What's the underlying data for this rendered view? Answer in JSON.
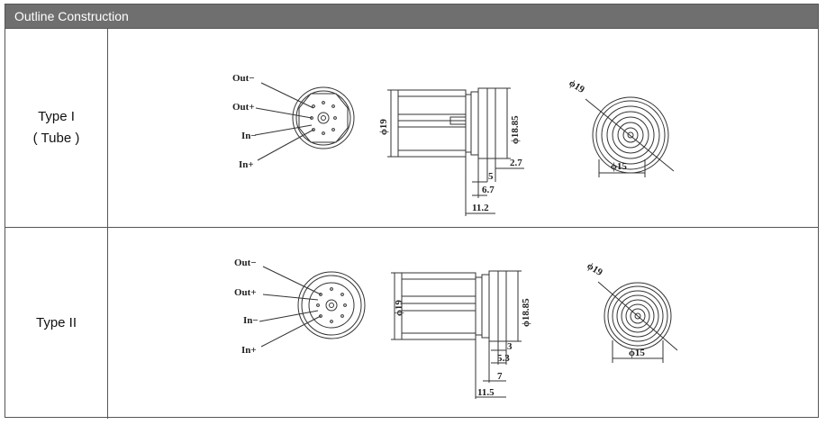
{
  "header": {
    "title": "Outline Construction"
  },
  "rows": [
    {
      "type_label": "Type I",
      "sub_label": "( Tube )",
      "pins": [
        "Out−",
        "Out+",
        "In−",
        "In+"
      ],
      "dims": {
        "body_dia": "ϕ19",
        "flange_dia": "ϕ18.85",
        "d1": "2.7",
        "d2": "5",
        "d3": "6.7",
        "d4": "11.2",
        "angle_dia": "ϕ19",
        "face_dia": "ϕ15"
      }
    },
    {
      "type_label": "Type II",
      "pins": [
        "Out−",
        "Out+",
        "In−",
        "In+"
      ],
      "dims": {
        "body_dia": "ϕ19",
        "flange_dia": "ϕ18.85",
        "d1": "3",
        "d2": "5.3",
        "d3": "7",
        "d4": "11.5",
        "angle_dia": "ϕ19",
        "face_dia": "ϕ15"
      }
    }
  ]
}
